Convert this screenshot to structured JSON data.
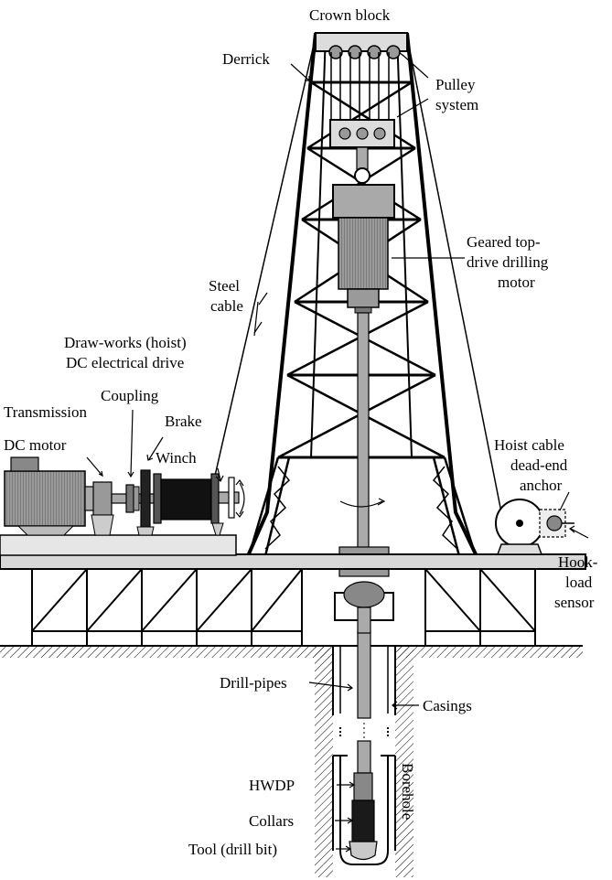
{
  "labels": {
    "crown_block": "Crown block",
    "derrick": "Derrick",
    "pulley_line1": "Pulley",
    "pulley_line2": "system",
    "topdrive_line1": "Geared top-",
    "topdrive_line2": "drive drilling",
    "topdrive_line3": "motor",
    "steel_line1": "Steel",
    "steel_line2": "cable",
    "drawworks_line1": "Draw-works (hoist)",
    "drawworks_line2": "DC electrical drive",
    "transmission": "Transmission",
    "coupling": "Coupling",
    "brake": "Brake",
    "dc_motor": "DC motor",
    "winch": "Winch",
    "deadend_line1": "Hoist cable",
    "deadend_line2": "dead-end",
    "deadend_line3": "anchor",
    "hookload_line1": "Hook-",
    "hookload_line2": "load",
    "hookload_line3": "sensor",
    "drill_pipes": "Drill-pipes",
    "casings": "Casings",
    "borehole": "Borehole",
    "hwdp": "HWDP",
    "collars": "Collars",
    "tool": "Tool (drill bit)"
  },
  "colors": {
    "line": "#000000",
    "light_gray": "#dcdcdc",
    "mid_gray": "#a9a9a9",
    "dark_gray": "#6e6e6e",
    "black": "#111111"
  }
}
